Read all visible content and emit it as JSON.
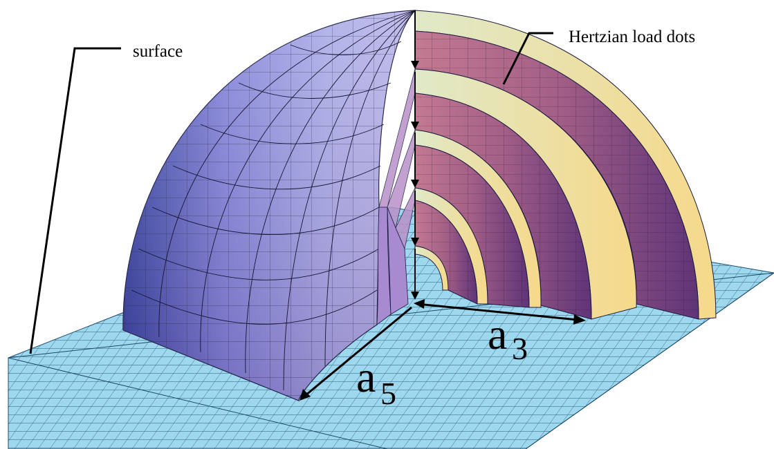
{
  "labels": {
    "surface": "surface",
    "hertzian": "Hertzian load dots",
    "a3_base": "a",
    "a3_sub": "3",
    "a5_base": "a",
    "a5_sub": "5"
  },
  "colors": {
    "background": "#ffffff",
    "surface_grid_fill": "#9ed8ee",
    "surface_grid_line": "#1d4a6a",
    "dome_blue_dark": "#2a3a9a",
    "dome_blue_light": "#a6a8e6",
    "dome_purple": "#9a74b8",
    "shell_inner": "#b86c8a",
    "shell_inner_dark": "#6d3e7a",
    "shell_rim": "#f3e7a8",
    "line": "#000000"
  },
  "shells_count": 5
}
